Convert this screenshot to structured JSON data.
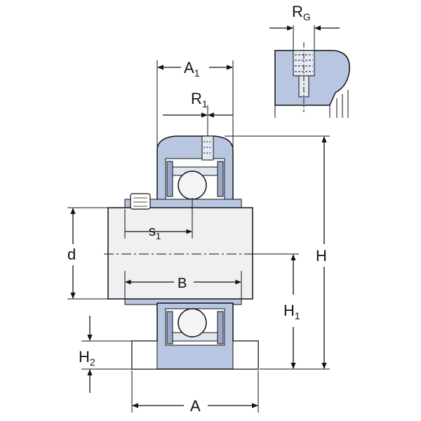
{
  "colors": {
    "housing_fill": "#b9c6e2",
    "shaft_fill": "#eef0f2",
    "line": "#111111",
    "ball_fill": "#f4f4f4"
  },
  "labels": {
    "RG": {
      "main": "R",
      "sub": "G"
    },
    "A1": {
      "main": "A",
      "sub": "1"
    },
    "R1": {
      "main": "R",
      "sub": "1"
    },
    "s1": {
      "main": "s",
      "sub": "1"
    },
    "d": {
      "main": "d"
    },
    "B": {
      "main": "B"
    },
    "H": {
      "main": "H"
    },
    "H1": {
      "main": "H",
      "sub": "1"
    },
    "H2": {
      "main": "H",
      "sub": "2"
    },
    "A": {
      "main": "A"
    }
  }
}
